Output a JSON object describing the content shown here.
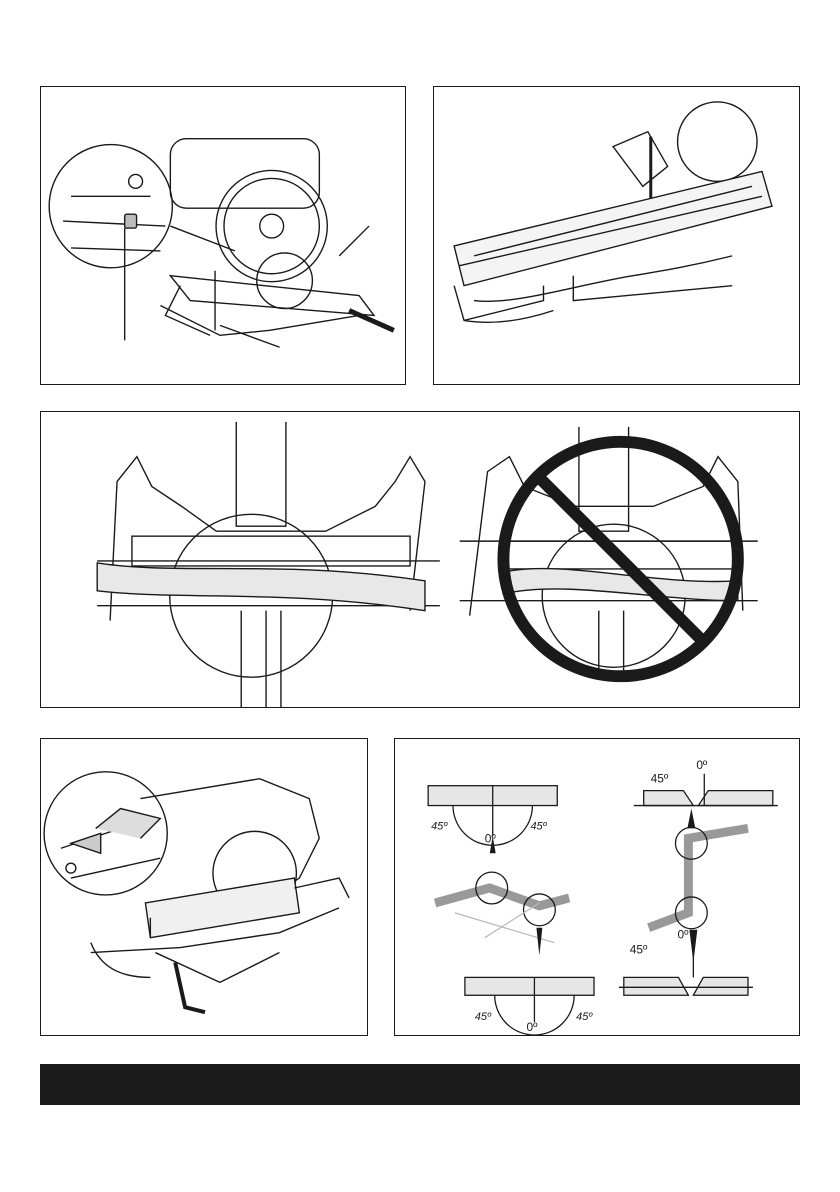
{
  "figures": [
    {
      "id": "fig-clamp-knob",
      "callout_label": ""
    },
    {
      "id": "fig-vertical-vise"
    },
    {
      "id": "fig-warped-board",
      "prohibited_symbol": "no-symbol-icon"
    },
    {
      "id": "fig-wood-facing-screws"
    },
    {
      "id": "fig-angle-joints",
      "angles": {
        "zero": "0º",
        "fortyfive": "45º",
        "zero_left": "0º",
        "fortyfive_left_a": "45º",
        "fortyfive_left_b": "45º",
        "zero_bottom": "0º",
        "fortyfive_bottom_a": "45º",
        "fortyfive_bottom_b": "45º",
        "zero_right_top": "0º",
        "fortyfive_right_top": "45º",
        "zero_right_bottom": "0º",
        "fortyfive_right_bottom": "45º"
      }
    }
  ],
  "footer": {
    "color": "#1b1b1b",
    "text": ""
  },
  "colors": {
    "ink": "#1a1a1a",
    "paper": "#ffffff",
    "prohibit_ring": "#1a1a1a"
  }
}
